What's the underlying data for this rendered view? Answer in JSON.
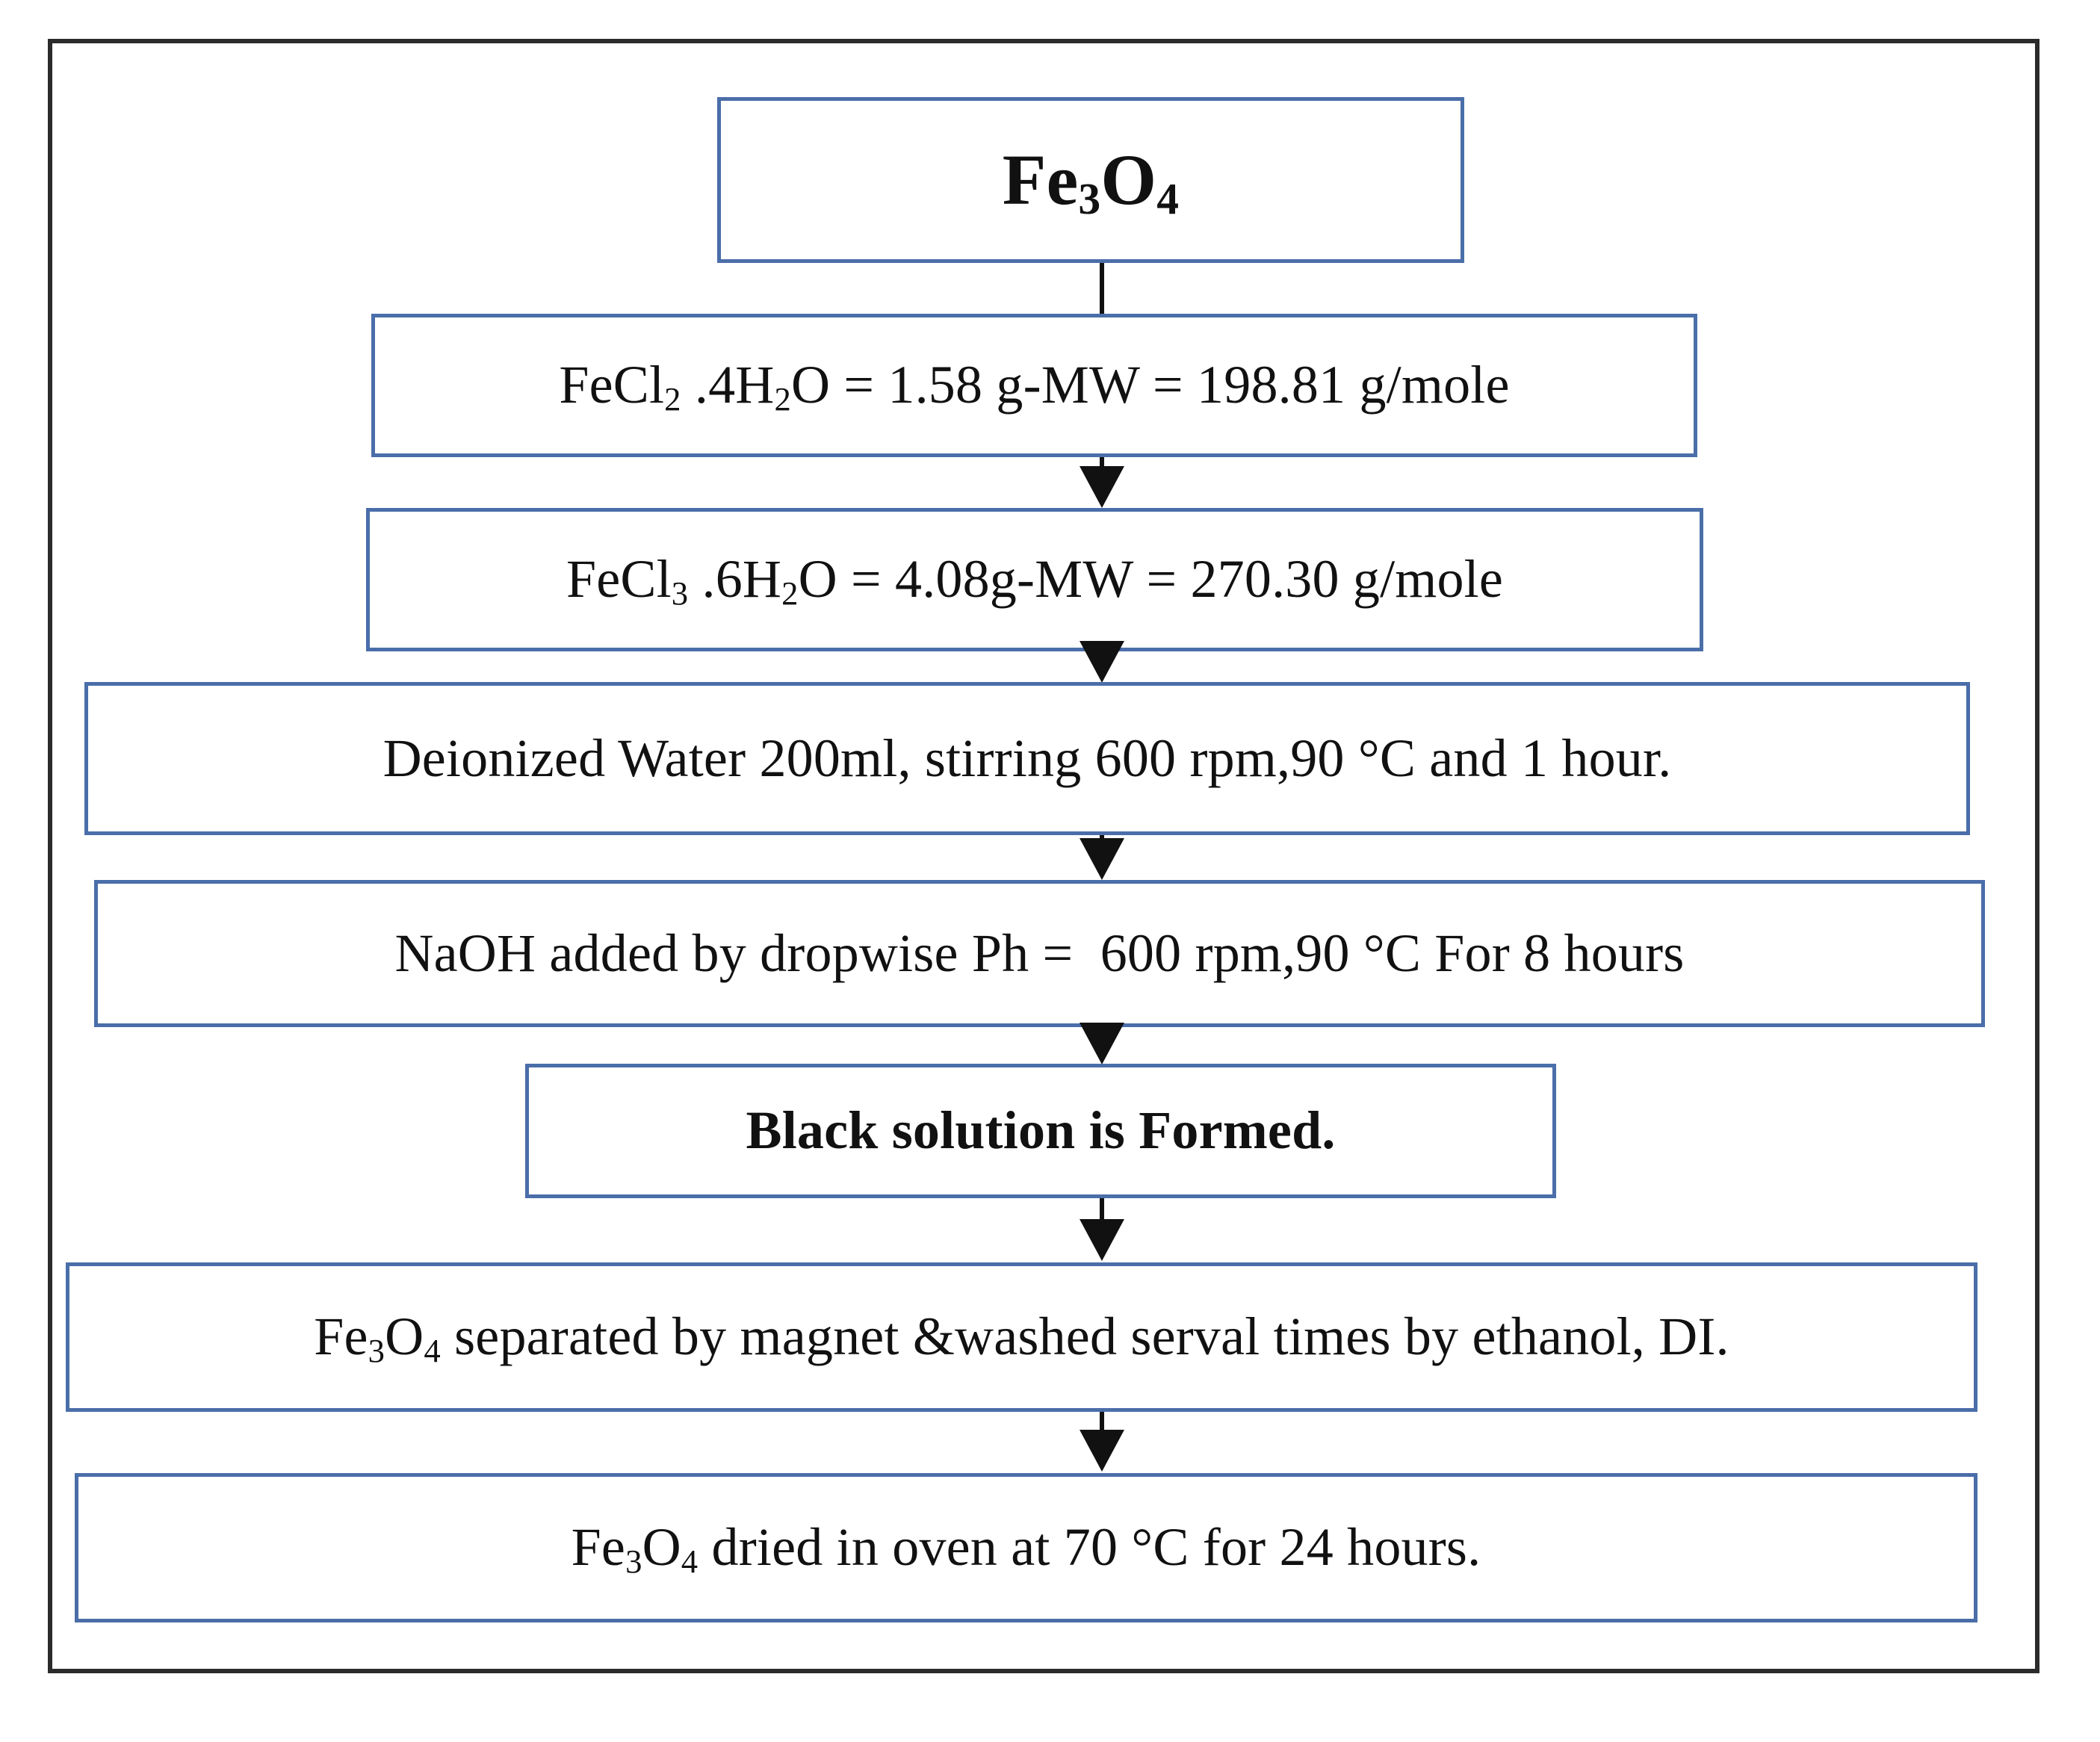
{
  "diagram": {
    "title": "Fe3O4 synthesis process flowchart",
    "type": "flowchart",
    "orientation": "top-to-bottom",
    "colors": {
      "node_border": "#4a6ea9",
      "node_fill": "#ffffff",
      "outer_frame": "#2b2b2b",
      "connector": "#111111",
      "text": "#111111"
    },
    "nodes": [
      {
        "id": "node-fe3o4",
        "name": "product-title-node",
        "text": "Fe3O4",
        "text_html": "Fe<sub>3</sub>O<sub>4</sub>",
        "bold": true,
        "style": "title"
      },
      {
        "id": "node-fecl2",
        "name": "fecl2-reagent-node",
        "text": "FeCl2 .4H2O = 1.58 g-MW = 198.81 g/mole",
        "text_html": "FeCl<sub>2</sub> .4H<sub>2</sub>O = 1.58 g-MW = 198.81 g/mole",
        "bold": false,
        "style": "normal"
      },
      {
        "id": "node-fecl3",
        "name": "fecl3-reagent-node",
        "text": "FeCl3 .6H2O = 4.08g-MW = 270.30 g/mole",
        "text_html": "FeCl<sub>3</sub> .6H<sub>2</sub>O = 4.08g-MW = 270.30 g/mole",
        "bold": false,
        "style": "normal"
      },
      {
        "id": "node-deionized-water",
        "name": "deionized-water-step-node",
        "text": "Deionized Water 200ml, stirring 600 rpm,90 °C and 1 hour.",
        "text_html": "Deionized Water 200ml, stirring 600 rpm,90 °C and 1 hour.",
        "bold": false,
        "style": "normal"
      },
      {
        "id": "node-naoh",
        "name": "naoh-dropwise-step-node",
        "text": "NaOH added by dropwise Ph =  600 rpm,90 °C For 8 hours",
        "text_html": "NaOH added by dropwise Ph =&nbsp; 600 rpm,90 °C For 8 hours",
        "bold": false,
        "style": "normal"
      },
      {
        "id": "node-black-solution",
        "name": "black-solution-result-node",
        "text": "Black solution is Formed.",
        "text_html": "Black solution is Formed.",
        "bold": true,
        "style": "normal"
      },
      {
        "id": "node-magnet-separation",
        "name": "magnetic-separation-step-node",
        "text": "Fe3O4 separated by magnet &washed serval times by ethanol, DI.",
        "text_html": "Fe<sub>3</sub>O<sub>4</sub> separated by magnet &amp;washed serval times by ethanol, DI.",
        "bold": false,
        "style": "normal"
      },
      {
        "id": "node-drying",
        "name": "oven-drying-step-node",
        "text": "Fe3O4 dried in oven at 70 °C for 24 hours.",
        "text_html": "Fe<sub>3</sub>O<sub>4</sub> dried in oven at 70 °C for 24 hours.",
        "bold": false,
        "style": "normal"
      }
    ],
    "connectors": [
      {
        "id": "conn-1",
        "name": "connector-fe3o4-to-fecl2",
        "from": "node-fe3o4",
        "to": "node-fecl2",
        "arrowhead": false
      },
      {
        "id": "conn-2",
        "name": "connector-fecl2-to-fecl3",
        "from": "node-fecl2",
        "to": "node-fecl3",
        "arrowhead": true
      },
      {
        "id": "conn-3",
        "name": "connector-fecl3-to-deionized-water",
        "from": "node-fecl3",
        "to": "node-deionized-water",
        "arrowhead": true
      },
      {
        "id": "conn-4",
        "name": "connector-deionized-water-to-naoh",
        "from": "node-deionized-water",
        "to": "node-naoh",
        "arrowhead": true
      },
      {
        "id": "conn-5",
        "name": "connector-naoh-to-black-solution",
        "from": "node-naoh",
        "to": "node-black-solution",
        "arrowhead": true
      },
      {
        "id": "conn-6",
        "name": "connector-black-solution-to-magnet-separation",
        "from": "node-black-solution",
        "to": "node-magnet-separation",
        "arrowhead": true
      },
      {
        "id": "conn-7",
        "name": "connector-magnet-separation-to-drying",
        "from": "node-magnet-separation",
        "to": "node-drying",
        "arrowhead": true
      }
    ]
  }
}
